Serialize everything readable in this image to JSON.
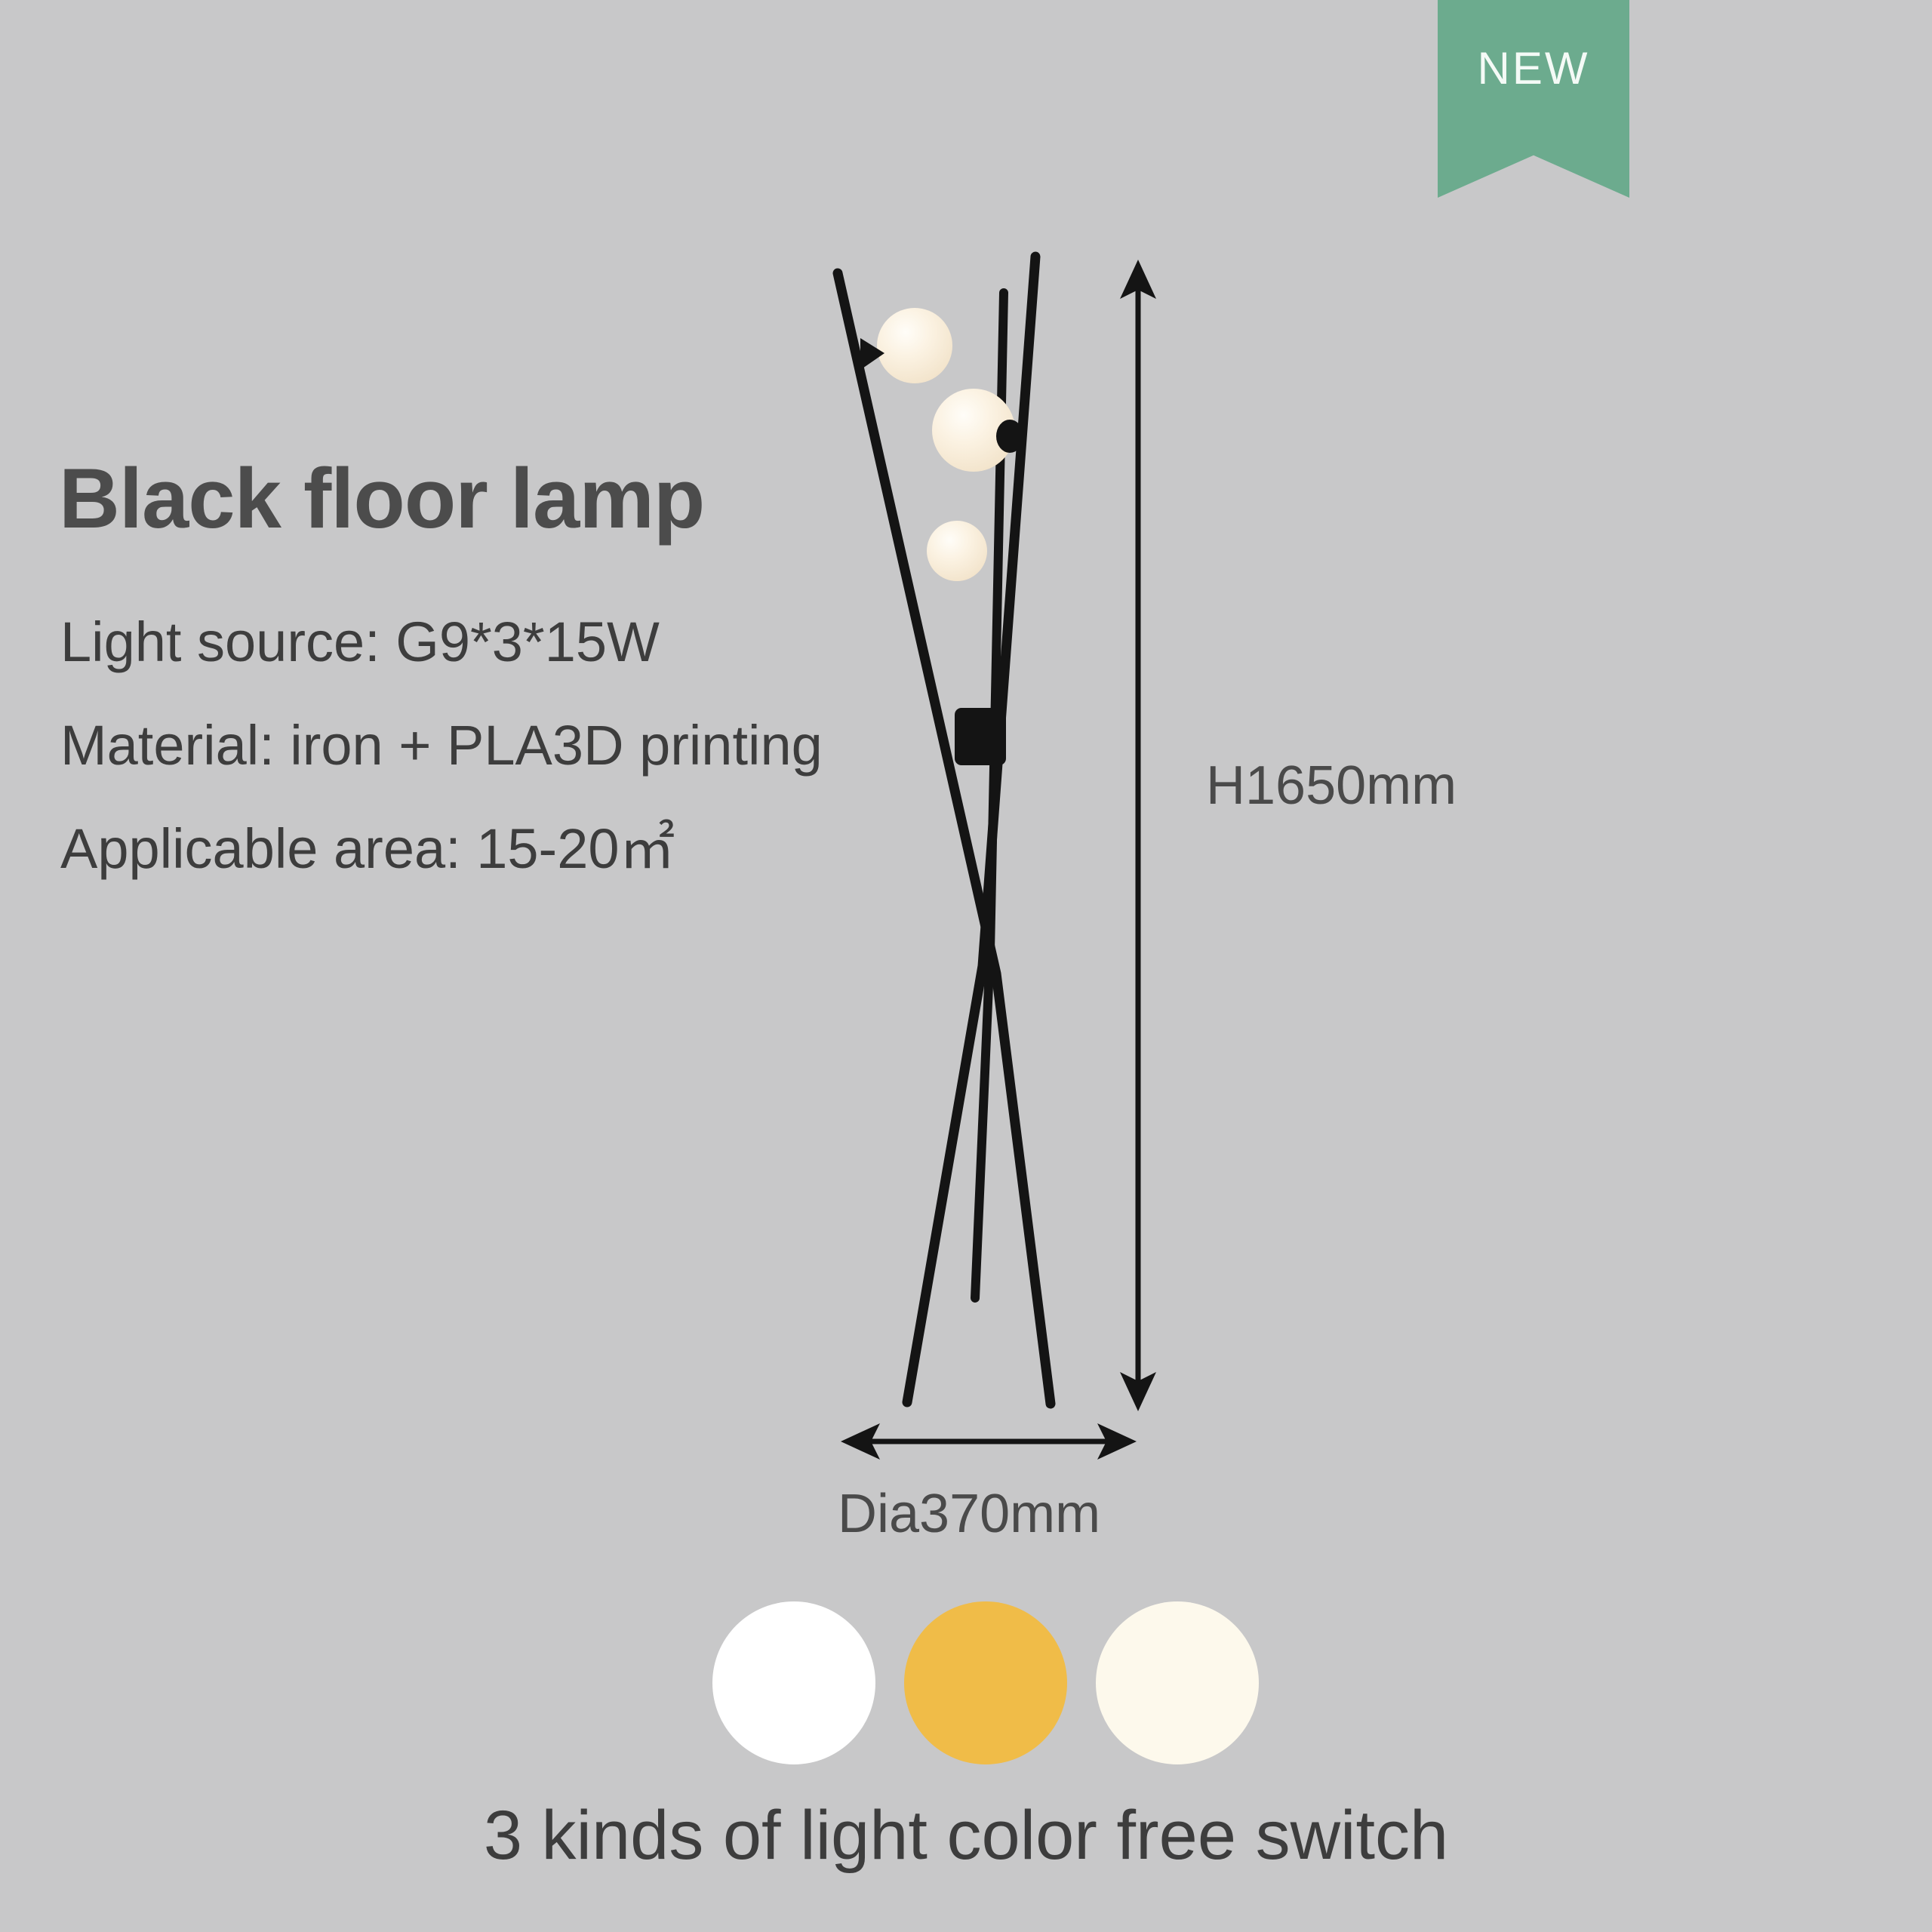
{
  "background_color": "#c8c8c9",
  "badge": {
    "label": "NEW",
    "color": "#6cab8e",
    "text_color": "#f4faf6",
    "shape": "ribbon-bookmark"
  },
  "product": {
    "title": "Black floor lamp",
    "specs": [
      "Light source: G9*3*15W",
      "Material: iron + PLA3D printing",
      "Applicable area: 15-20㎡"
    ]
  },
  "dimensions": {
    "height_label": "H1650mm",
    "diameter_label": "Dia370mm"
  },
  "illustration": {
    "rod_color": "#111111",
    "globe_color": "#f6ead6",
    "globe_highlight": "#fffdf7",
    "joint_color": "#111111",
    "globe_count": 3,
    "rod_count": 3
  },
  "color_options": {
    "caption": "3 kinds of light color free switch",
    "swatches": [
      {
        "name": "cool-white",
        "color": "#ffffff"
      },
      {
        "name": "warm-amber",
        "color": "#f0bc48"
      },
      {
        "name": "neutral-cream",
        "color": "#fdf9ec"
      }
    ]
  }
}
